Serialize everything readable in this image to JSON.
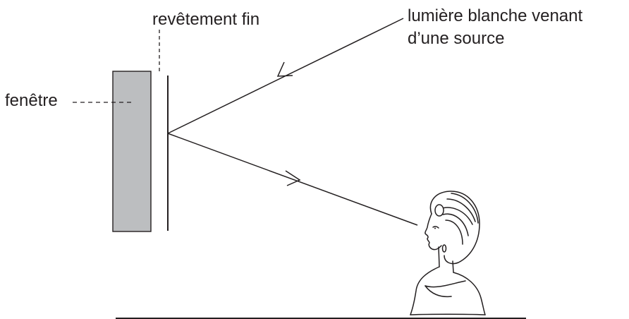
{
  "labels": {
    "thin_coating": "revêtement fin",
    "window": "fenêtre",
    "light_line1": "lumière blanche venant",
    "light_line2": "d’une source"
  },
  "colors": {
    "ink": "#231f20",
    "window_fill": "#bcbec0"
  },
  "icons": {
    "observer": "observer-woman-icon"
  }
}
